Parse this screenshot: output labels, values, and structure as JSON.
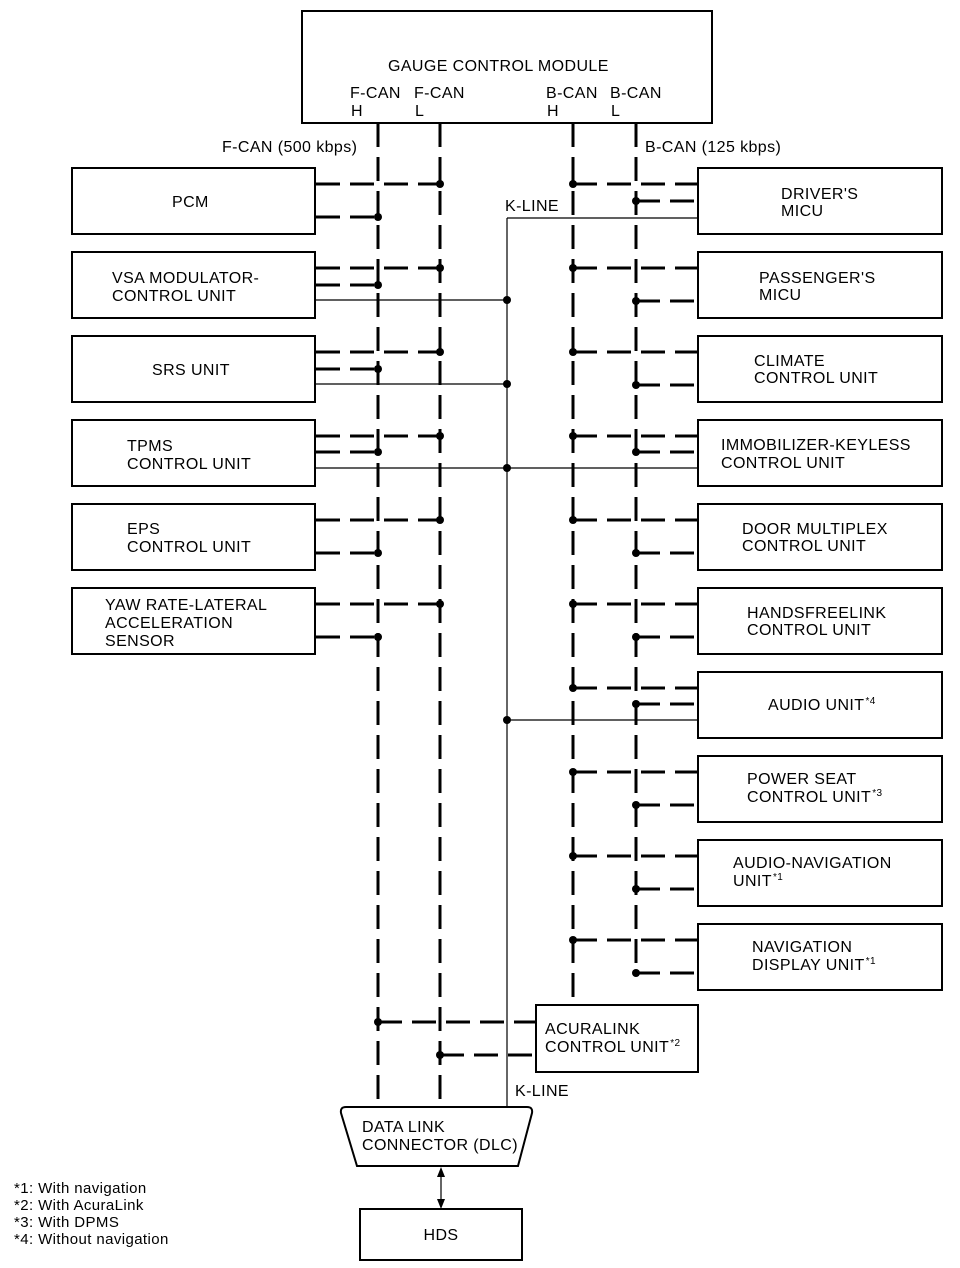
{
  "gauge_control_module": {
    "title": "GAUGE CONTROL MODULE",
    "ports": [
      {
        "line1": "F-CAN",
        "line2": "H"
      },
      {
        "line1": "F-CAN",
        "line2": "L"
      },
      {
        "line1": "B-CAN",
        "line2": "H"
      },
      {
        "line1": "B-CAN",
        "line2": "L"
      }
    ]
  },
  "bus_labels": {
    "f_can": "F-CAN (500 kbps)",
    "b_can": "B-CAN (125 kbps)",
    "k_line_top": "K-LINE",
    "k_line_bottom": "K-LINE"
  },
  "left_units": [
    {
      "lines": [
        "PCM"
      ]
    },
    {
      "lines": [
        "VSA MODULATOR-",
        "CONTROL UNIT"
      ]
    },
    {
      "lines": [
        "SRS UNIT"
      ]
    },
    {
      "lines": [
        "TPMS",
        "CONTROL UNIT"
      ]
    },
    {
      "lines": [
        "EPS",
        "CONTROL UNIT"
      ]
    },
    {
      "lines": [
        "YAW RATE-LATERAL",
        "ACCELERATION",
        "SENSOR"
      ]
    }
  ],
  "right_units": [
    {
      "lines": [
        "DRIVER'S",
        "MICU"
      ]
    },
    {
      "lines": [
        "PASSENGER'S",
        "MICU"
      ]
    },
    {
      "lines": [
        "CLIMATE",
        "CONTROL UNIT"
      ]
    },
    {
      "lines": [
        "IMMOBILIZER-KEYLESS",
        "CONTROL UNIT"
      ]
    },
    {
      "lines": [
        "DOOR MULTIPLEX",
        "CONTROL UNIT"
      ]
    },
    {
      "lines": [
        "HANDSFREELINK",
        "CONTROL UNIT"
      ]
    },
    {
      "lines": [
        "AUDIO UNIT"
      ],
      "note": "*4"
    },
    {
      "lines": [
        "POWER SEAT",
        "CONTROL UNIT"
      ],
      "note": "*3"
    },
    {
      "lines": [
        "AUDIO-NAVIGATION",
        "UNIT"
      ],
      "note": "*1"
    },
    {
      "lines": [
        "NAVIGATION",
        "DISPLAY UNIT"
      ],
      "note": "*1"
    }
  ],
  "acuralink_unit": {
    "lines": [
      "ACURALINK",
      "CONTROL UNIT"
    ],
    "note": "*2"
  },
  "dlc": {
    "lines": [
      "DATA LINK",
      "CONNECTOR (DLC)"
    ]
  },
  "hds": {
    "label": "HDS"
  },
  "footnotes": [
    "*1: With navigation",
    "*2: With AcuraLink",
    "*3: With DPMS",
    "*4: Without navigation"
  ]
}
